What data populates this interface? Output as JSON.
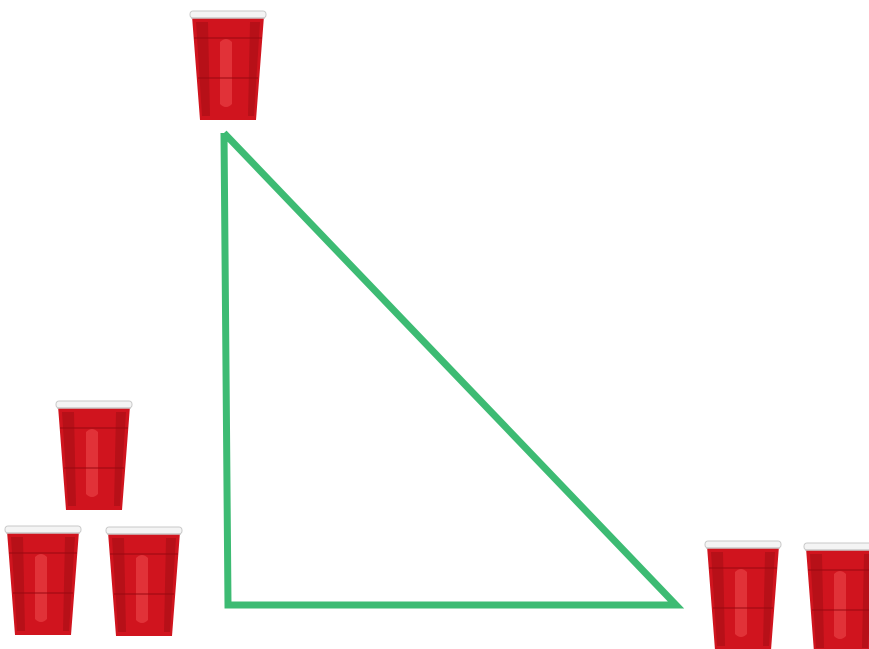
{
  "colors": {
    "background": "#ffffff",
    "triangle_stroke": "#3dbb73",
    "cup_red": "#d0141e",
    "cup_red_dark": "#9a0a12",
    "cup_red_light": "#ee4a4f",
    "cup_rim": "#f4f4f4",
    "cup_rim_shadow": "#c9c9c9"
  },
  "groups": [
    {
      "name": "top",
      "cups": 1
    },
    {
      "name": "bottom-left",
      "cups": 3
    },
    {
      "name": "bottom-right",
      "cups": 2
    }
  ],
  "triangle": {
    "kind": "right-triangle",
    "right_angle_corner": "bottom-left"
  }
}
